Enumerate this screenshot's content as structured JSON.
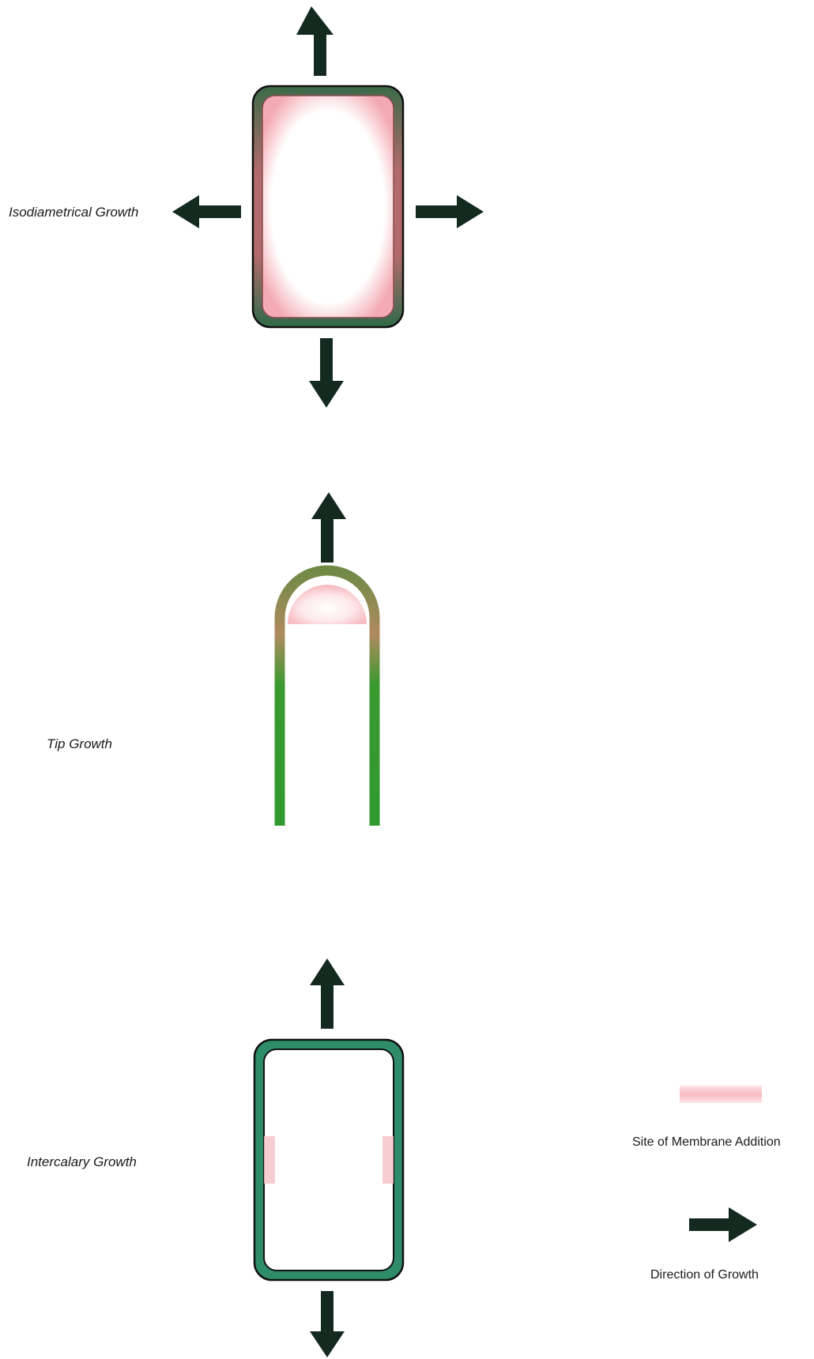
{
  "panels": {
    "isodiametrical": {
      "label": "Isodiametrical Growth"
    },
    "tip": {
      "label": "Tip Growth"
    },
    "intercalary": {
      "label": "Intercalary Growth"
    }
  },
  "legend": {
    "membrane_label": "Site of Membrane Addition",
    "direction_label": "Direction of Growth"
  },
  "colors": {
    "arrow": "#142a20",
    "cell_wall_dark": "#2e6b4f",
    "cell_wall_teal": "#2e8c6a",
    "tip_green": "#2f9a2f",
    "membrane_pink": "#f6b7bd",
    "outline": "#111111"
  }
}
